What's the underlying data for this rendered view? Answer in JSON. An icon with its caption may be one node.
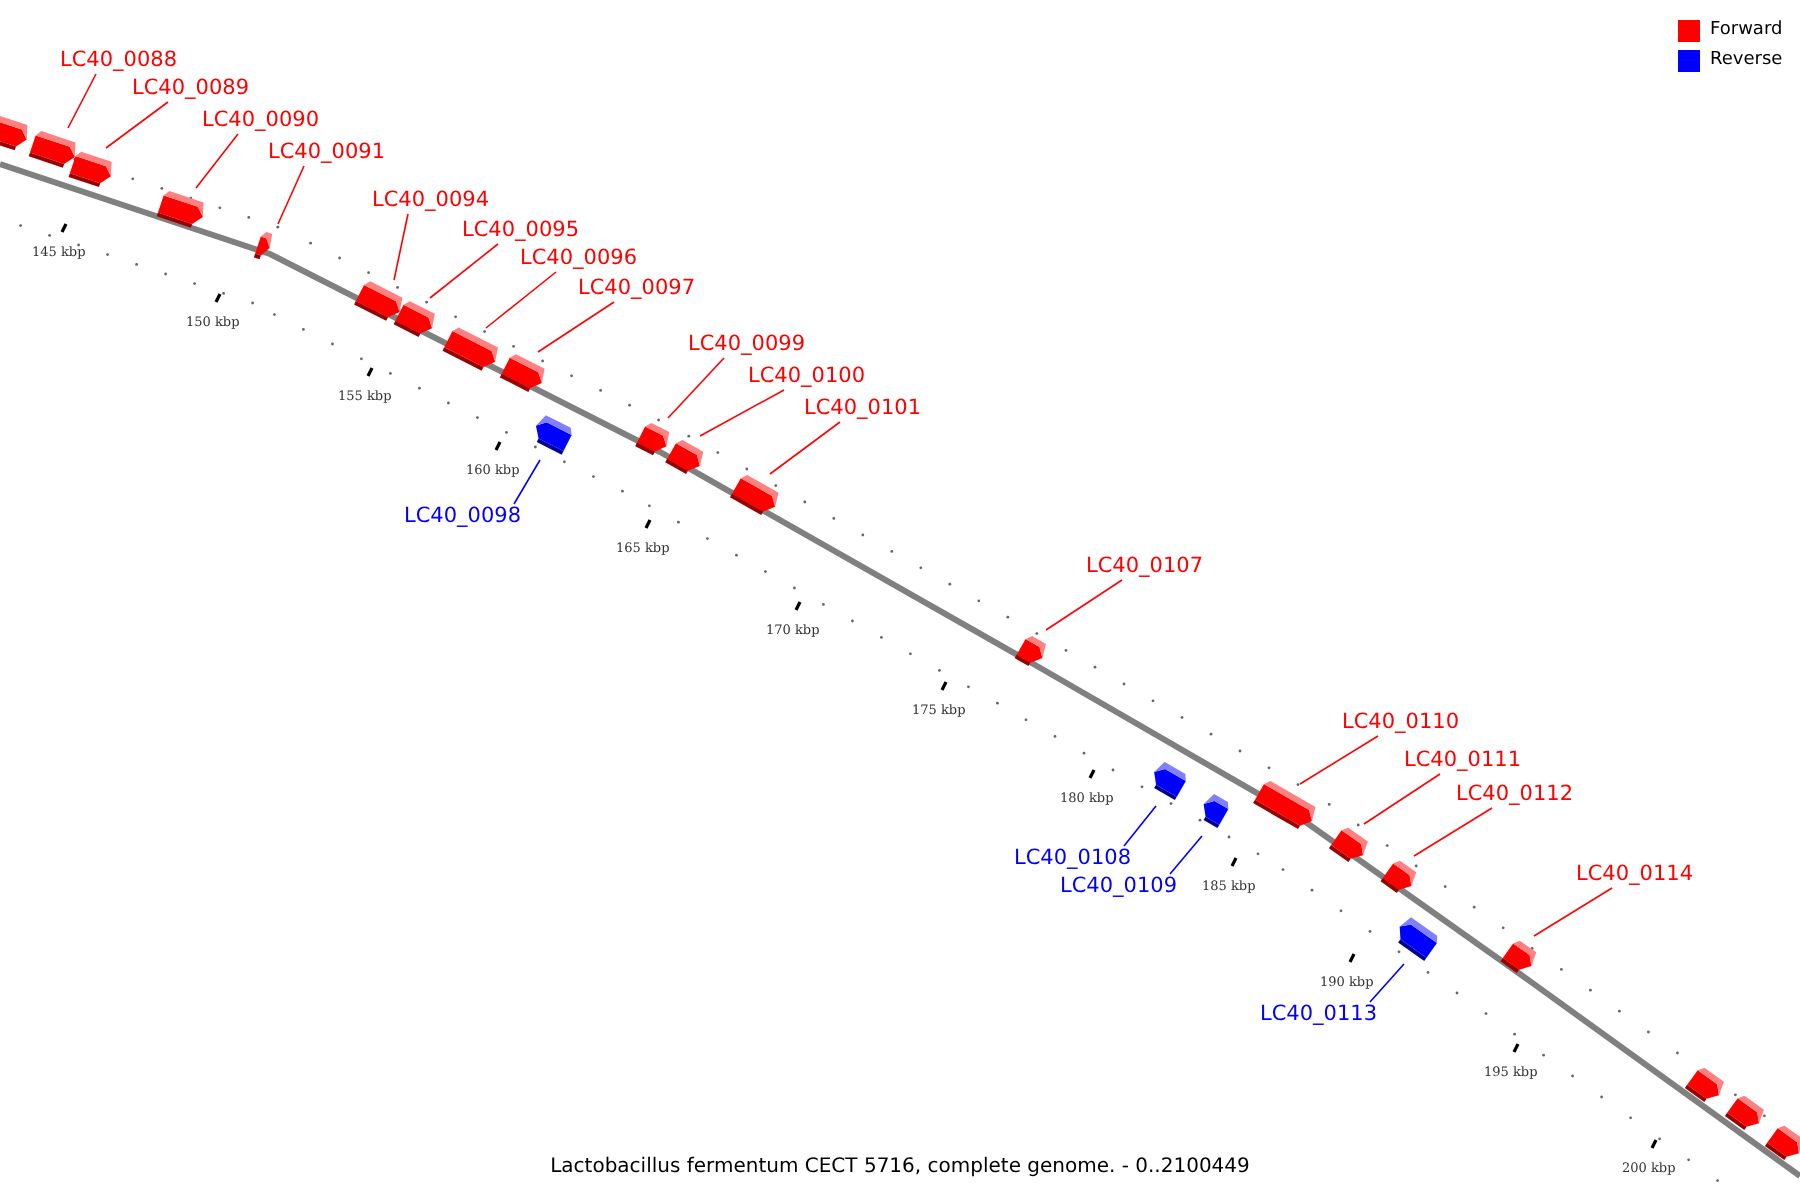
{
  "diagram": {
    "caption": "Lactobacillus fermentum CECT 5716, complete genome. - 0..2100449",
    "nodes": [
      {
        "text": [],
        "shape": "box"
      },
      {
        "text": [
          "LC40_0088"
        ]
      },
      {
        "text": [],
        "shape": "box"
      },
      {
        "text": [
          "LC40_0089"
        ]
      },
      {
        "text": [],
        "shape": "box"
      },
      {
        "text": [
          "LC40_0090"
        ]
      },
      {
        "text": [],
        "shape": "box"
      },
      {
        "text": [
          "LC40_0091"
        ]
      },
      {
        "text": [],
        "shape": "box"
      },
      {
        "text": [
          "LC40_0094"
        ]
      },
      {
        "text": [],
        "shape": "box"
      },
      {
        "text": [
          "LC40_0095"
        ]
      },
      {
        "text": [],
        "shape": "box"
      },
      {
        "text": [
          "LC40_0096"
        ]
      },
      {
        "text": [],
        "shape": "box"
      },
      {
        "text": [
          "LC40_0097"
        ]
      },
      {
        "text": [],
        "shape": "box"
      },
      {
        "text": [
          "LC40_0098"
        ]
      },
      {
        "text": [],
        "shape": "box"
      },
      {
        "text": [
          "LC40_0099"
        ]
      },
      {
        "text": [],
        "shape": "box"
      },
      {
        "text": [
          "LC40_0100"
        ]
      },
      {
        "text": [],
        "shape": "box"
      },
      {
        "text": [
          "LC40_0101"
        ]
      },
      {
        "text": [],
        "shape": "box"
      },
      {
        "text": [
          "LC40_0107"
        ]
      },
      {
        "text": [],
        "shape": "box"
      },
      {
        "text": [
          "LC40_0108"
        ]
      },
      {
        "text": [],
        "shape": "box"
      },
      {
        "text": [
          "LC40_0109"
        ]
      },
      {
        "text": [],
        "shape": "box"
      },
      {
        "text": [
          "LC40_0110"
        ]
      },
      {
        "text": [],
        "shape": "box"
      },
      {
        "text": [
          "LC40_0111"
        ]
      },
      {
        "text": [],
        "shape": "box"
      },
      {
        "text": [
          "LC40_0112"
        ]
      },
      {
        "text": [],
        "shape": "box"
      },
      {
        "text": [
          "LC40_0113"
        ]
      },
      {
        "text": [],
        "shape": "box"
      },
      {
        "text": [
          "LC40_0114"
        ]
      },
      {
        "text": [],
        "shape": "box"
      },
      {
        "text": [],
        "shape": "box"
      },
      {
        "text": [],
        "shape": "box"
      },
      {
        "text": [],
        "shape": "box"
      }
    ],
    "edges": [
      {
        "from": 1,
        "to": 2,
        "arrow": "none"
      },
      {
        "from": 3,
        "to": 4,
        "arrow": "none"
      },
      {
        "from": 5,
        "to": 6,
        "arrow": "none"
      },
      {
        "from": 7,
        "to": 8,
        "arrow": "none"
      },
      {
        "from": 9,
        "to": 10,
        "arrow": "none"
      },
      {
        "from": 11,
        "to": 12,
        "arrow": "none"
      },
      {
        "from": 13,
        "to": 14,
        "arrow": "none"
      },
      {
        "from": 15,
        "to": 16,
        "arrow": "none"
      },
      {
        "from": 17,
        "to": 18,
        "arrow": "none",
        "color": "#0000ff"
      },
      {
        "from": 19,
        "to": 20,
        "arrow": "none"
      },
      {
        "from": 21,
        "to": 22,
        "arrow": "none"
      },
      {
        "from": 23,
        "to": 24,
        "arrow": "none"
      },
      {
        "from": 25,
        "to": 26,
        "arrow": "none"
      },
      {
        "from": 27,
        "to": 28,
        "arrow": "none",
        "color": "#0000ff"
      },
      {
        "from": 29,
        "to": 30,
        "arrow": "none",
        "color": "#0000ff"
      },
      {
        "from": 31,
        "to": 32,
        "arrow": "none"
      },
      {
        "from": 33,
        "to": 34,
        "arrow": "none"
      },
      {
        "from": 35,
        "to": 36,
        "arrow": "none"
      },
      {
        "from": 37,
        "to": 38,
        "arrow": "none",
        "color": "#0000ff"
      },
      {
        "from": 39,
        "to": 40,
        "arrow": "none"
      }
    ],
    "labels": [
      "145 kbp",
      "150 kbp",
      "155 kbp",
      "160 kbp",
      "165 kbp",
      "170 kbp",
      "175 kbp",
      "180 kbp",
      "185 kbp",
      "190 kbp",
      "195 kbp",
      "200 kbp"
    ],
    "legend": [
      {
        "text": "Forward",
        "color": "#ff0000"
      },
      {
        "text": "Reverse",
        "color": "#0000ff"
      }
    ]
  }
}
